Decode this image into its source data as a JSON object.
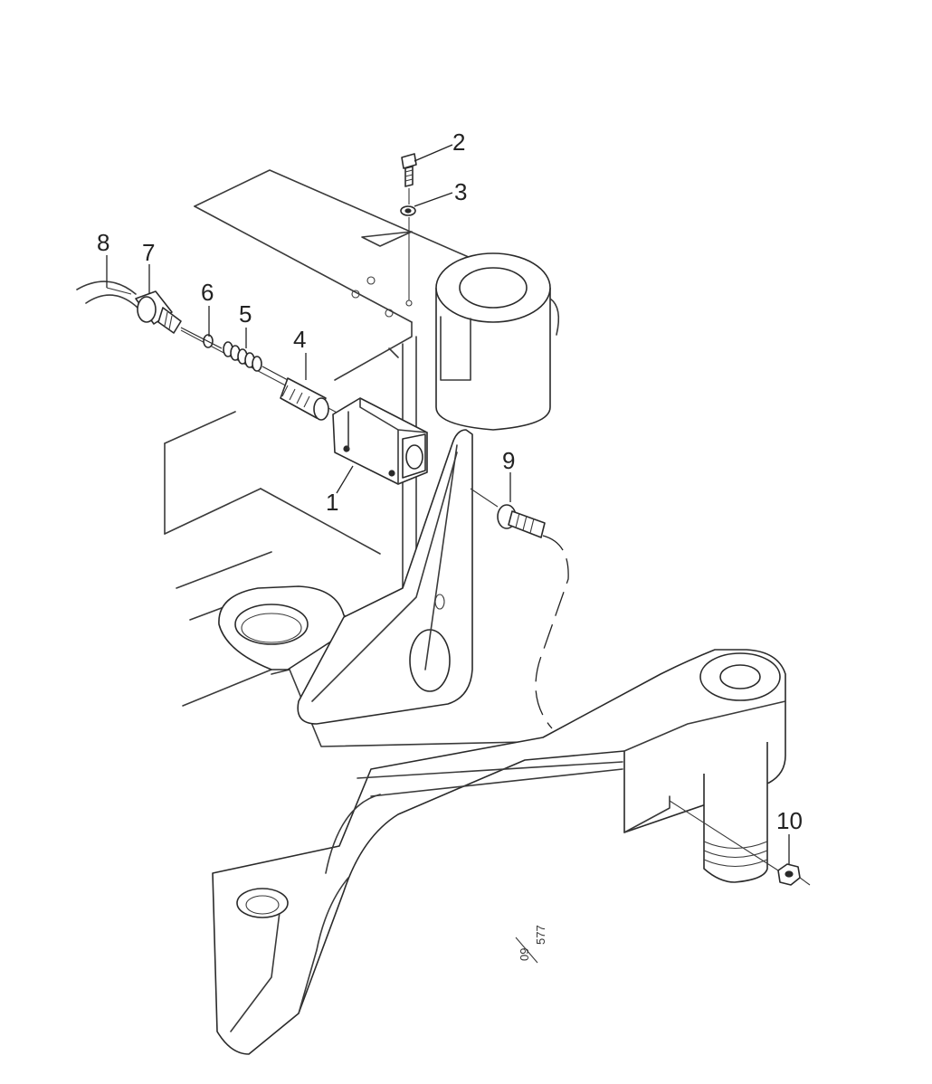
{
  "diagram": {
    "callouts": [
      {
        "id": "1",
        "label": "1"
      },
      {
        "id": "2",
        "label": "2"
      },
      {
        "id": "3",
        "label": "3"
      },
      {
        "id": "4",
        "label": "4"
      },
      {
        "id": "5",
        "label": "5"
      },
      {
        "id": "6",
        "label": "6"
      },
      {
        "id": "7",
        "label": "7"
      },
      {
        "id": "8",
        "label": "8"
      },
      {
        "id": "9",
        "label": "9"
      },
      {
        "id": "10",
        "label": "10"
      }
    ],
    "reference": {
      "top": "09",
      "bottom": "577"
    },
    "colors": {
      "line": "#3a3a3a",
      "text": "#222222",
      "background": "#ffffff"
    }
  }
}
